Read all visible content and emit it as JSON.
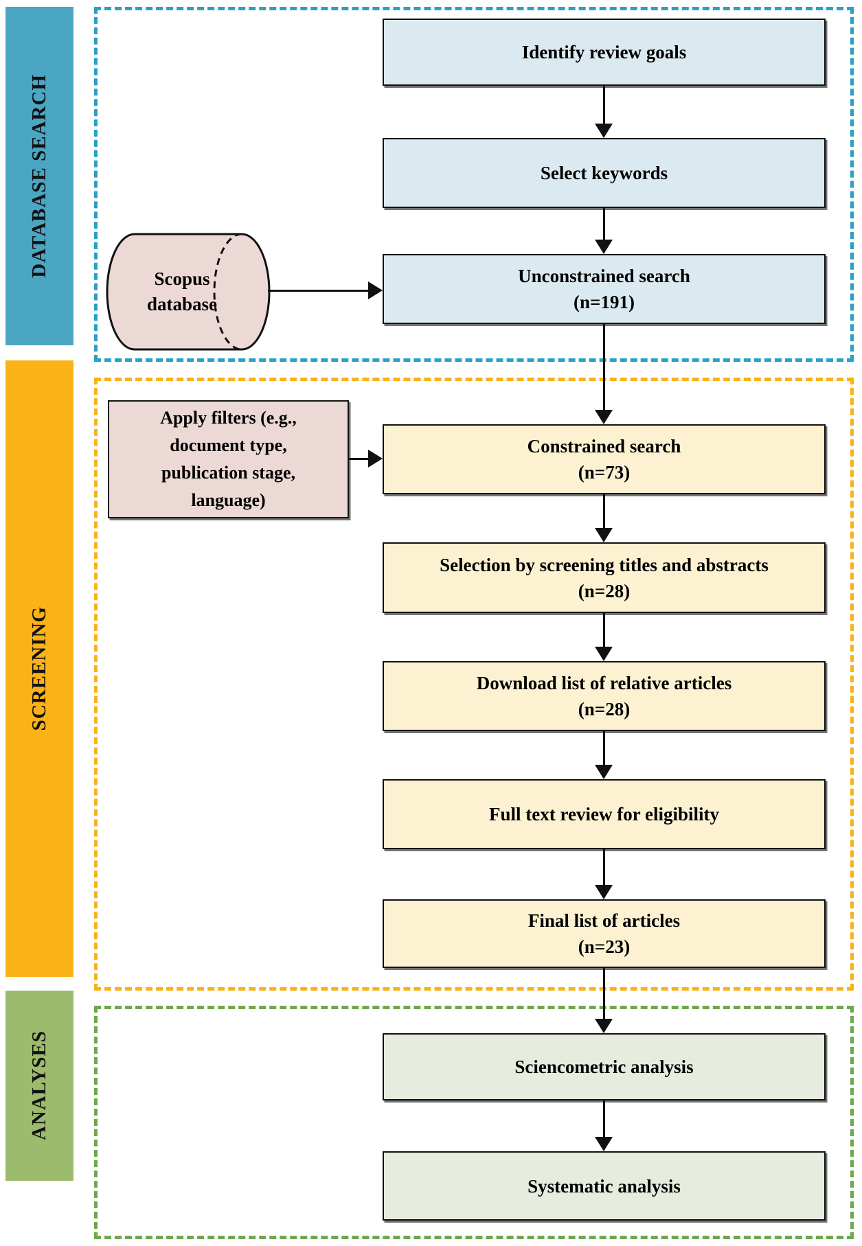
{
  "sections": {
    "database_search": {
      "label": "DATABASE SEARCH",
      "sidebar_color": "#4BA6C4",
      "border_color": "#2AA0C4",
      "box_fill": "#DBEAF0"
    },
    "screening": {
      "label": "SCREENING",
      "sidebar_color": "#FBB217",
      "border_color": "#FBB217",
      "box_fill": "#FCF2D2"
    },
    "analyses": {
      "label": "ANALYSES",
      "sidebar_color": "#9DBB6C",
      "border_color": "#6FA74E",
      "box_fill": "#E6ECDE"
    }
  },
  "flow": {
    "identify_goals": {
      "line1": "Identify review goals"
    },
    "select_keywords": {
      "line1": "Select keywords"
    },
    "unconstrained_search": {
      "line1": "Unconstrained search",
      "line2": "(n=191)",
      "n": 191
    },
    "constrained_search": {
      "line1": "Constrained search",
      "line2": "(n=73)",
      "n": 73
    },
    "screen_titles_abstracts": {
      "line1": "Selection by screening titles and abstracts",
      "line2": "(n=28)",
      "n": 28
    },
    "download_list": {
      "line1": "Download list of relative articles",
      "line2": "(n=28)",
      "n": 28
    },
    "full_text_review": {
      "line1": "Full text review for eligibility"
    },
    "final_list": {
      "line1": "Final list of articles",
      "line2": "(n=23)",
      "n": 23
    },
    "sciencometric_analysis": {
      "line1": "Sciencometric analysis"
    },
    "systematic_analysis": {
      "line1": "Systematic analysis"
    }
  },
  "inputs": {
    "scopus_database": {
      "shape": "cylinder",
      "fill": "#ECD9D6",
      "line1": "Scopus",
      "line2": "database"
    },
    "apply_filters": {
      "shape": "rectangle",
      "fill": "#ECD9D6",
      "line1": "Apply filters (e.g.,",
      "line2": "document type,",
      "line3": "publication stage,",
      "line4": "language)"
    }
  },
  "connector_color": "#111111"
}
